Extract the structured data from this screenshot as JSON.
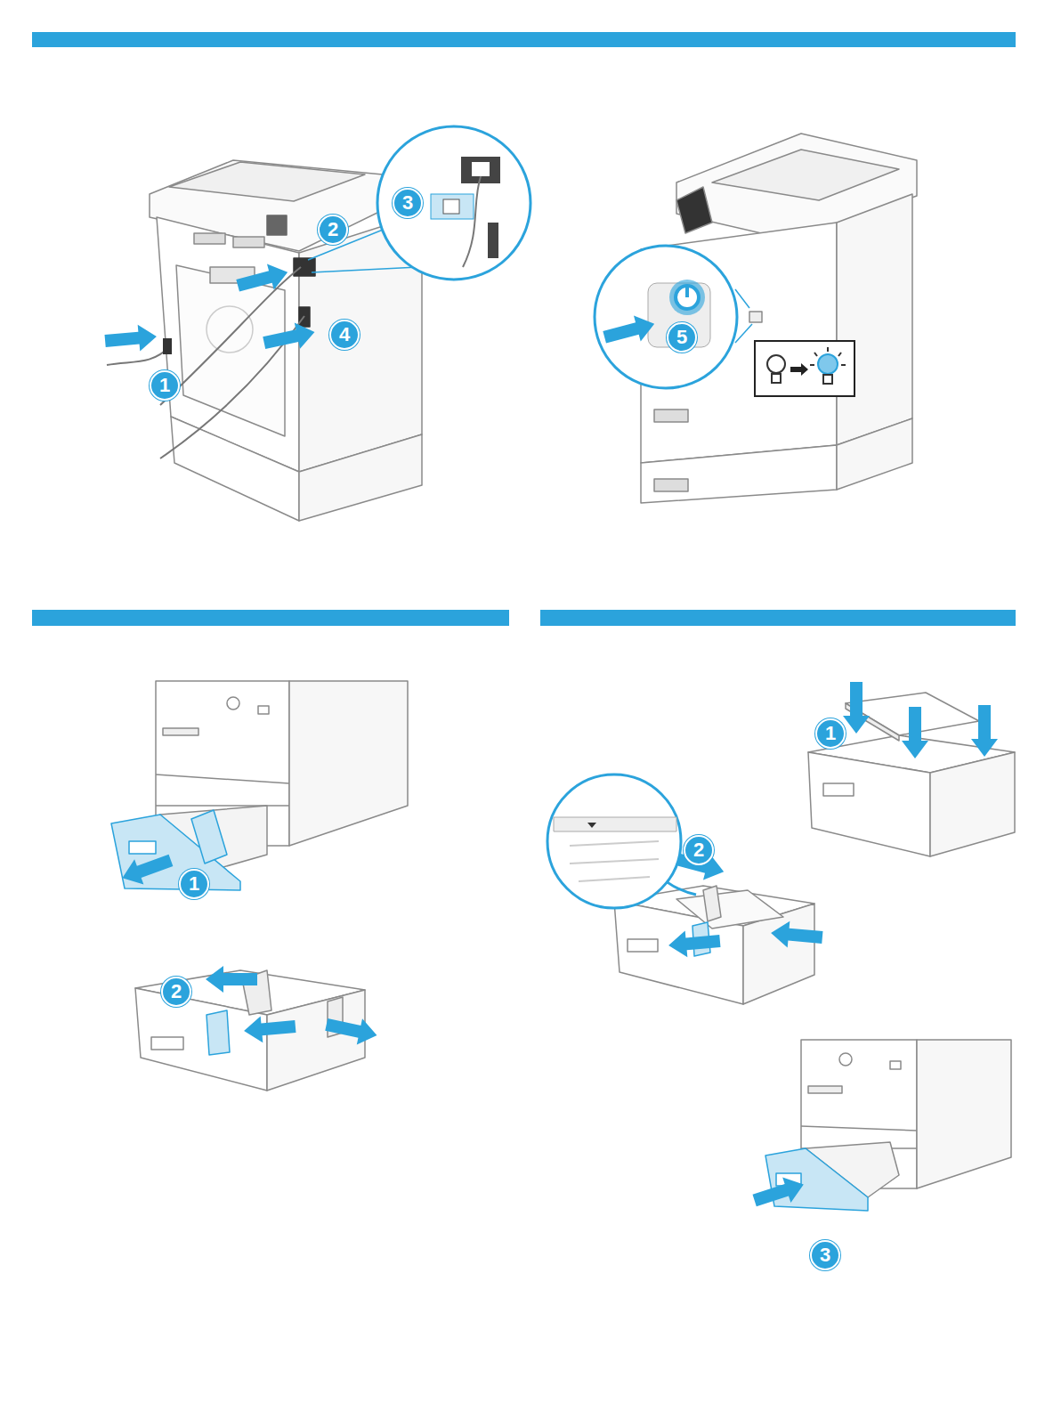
{
  "diagram": {
    "nodes": [
      {
        "text": [
          "1"
        ]
      },
      {
        "text": [
          "2"
        ]
      },
      {
        "text": [
          "3"
        ]
      },
      {
        "text": [
          "4"
        ]
      },
      {
        "text": [
          "5"
        ]
      },
      {
        "text": [
          "1"
        ]
      },
      {
        "text": [
          "2"
        ]
      },
      {
        "text": [
          "1"
        ]
      },
      {
        "text": [
          "2"
        ]
      },
      {
        "text": [
          "3"
        ]
      }
    ]
  }
}
